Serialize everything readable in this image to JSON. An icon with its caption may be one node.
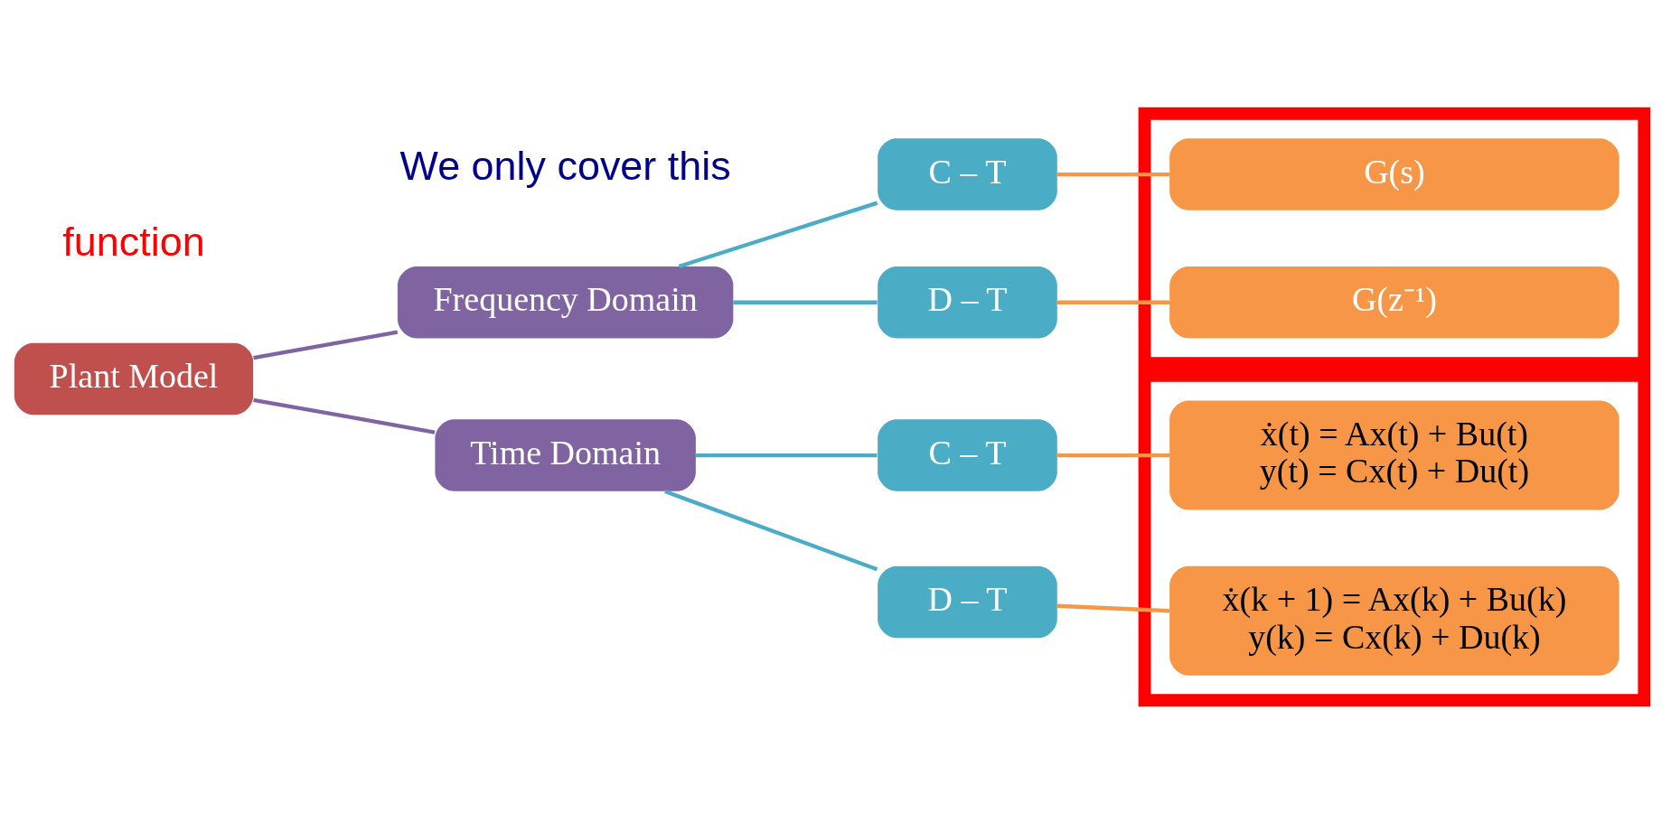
{
  "diagram": {
    "nodes": [
      {
        "text": [
          "Plant Model"
        ]
      },
      {
        "text": [
          "Frequency Domain"
        ]
      },
      {
        "text": [
          "Time Domain"
        ]
      },
      {
        "text": [
          "C – T"
        ]
      },
      {
        "text": [
          "D – T"
        ]
      },
      {
        "text": [
          "C – T"
        ]
      },
      {
        "text": [
          "D – T"
        ]
      },
      {
        "text": [],
        "shape": "box"
      },
      {
        "text": [
          "G(s)"
        ],
        "in": 7
      },
      {
        "text": [
          "G(z⁻¹)"
        ],
        "in": 7
      },
      {
        "text": [],
        "shape": "box"
      },
      {
        "text": [
          "ẋ(t) = Ax(t) + Bu(t)",
          "y(t) = Cx(t) + Du(t)"
        ],
        "in": 10
      },
      {
        "text": [
          "ẋ(k + 1) = Ax(k) + Bu(k)",
          "y(k) = Cx(k) + Du(k)"
        ],
        "in": 10
      }
    ],
    "edges": [
      {
        "from": 0,
        "to": 1,
        "arrow": "none",
        "color": "#8064a2"
      },
      {
        "from": 0,
        "to": 2,
        "arrow": "none",
        "color": "#8064a2"
      },
      {
        "from": 1,
        "to": 3,
        "arrow": "none",
        "color": "#4bacc6"
      },
      {
        "from": 1,
        "to": 4,
        "arrow": "none",
        "color": "#4bacc6"
      },
      {
        "from": 2,
        "to": 5,
        "arrow": "none",
        "color": "#4bacc6"
      },
      {
        "from": 2,
        "to": 6,
        "arrow": "none",
        "color": "#4bacc6"
      },
      {
        "from": 3,
        "to": 8,
        "arrow": "none",
        "color": "#f79646"
      },
      {
        "from": 4,
        "to": 9,
        "arrow": "none",
        "color": "#f79646"
      },
      {
        "from": 5,
        "to": 11,
        "arrow": "none",
        "color": "#f79646"
      },
      {
        "from": 6,
        "to": 12,
        "arrow": "none",
        "color": "#f79646"
      }
    ],
    "labels": [
      "function",
      "We only cover this"
    ]
  }
}
